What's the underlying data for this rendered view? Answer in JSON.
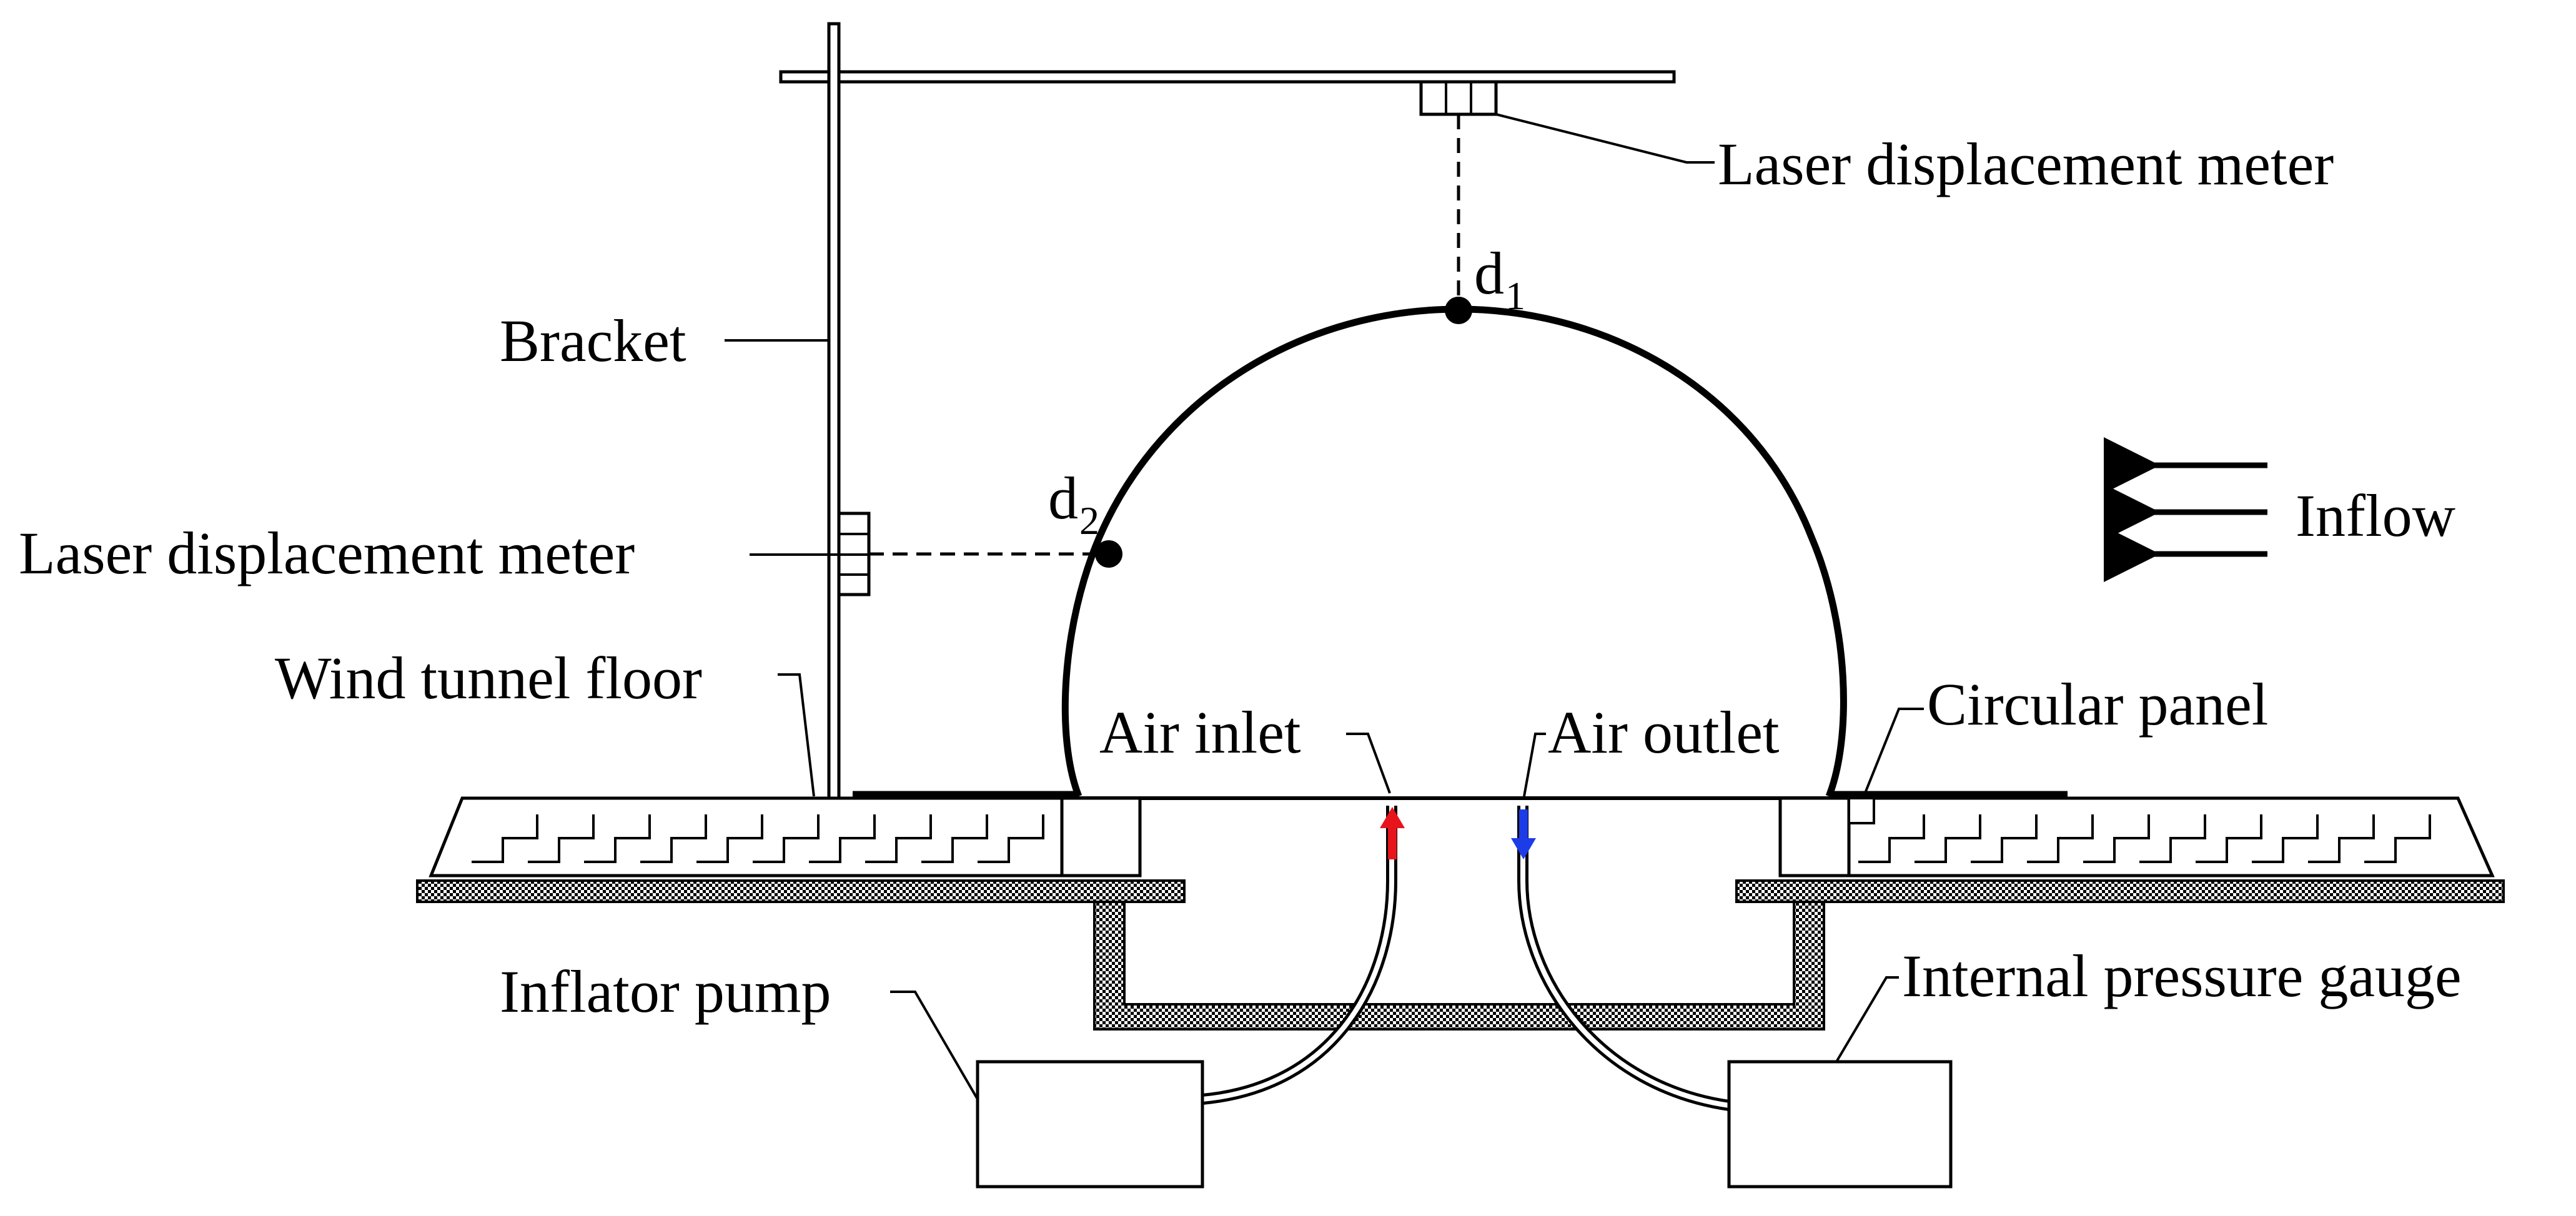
{
  "labels": {
    "laser_top": "Laser displacement meter",
    "laser_side": "Laser displacement meter",
    "bracket": "Bracket",
    "wind_tunnel_floor": "Wind tunnel floor",
    "air_inlet": "Air inlet",
    "air_outlet": "Air outlet",
    "circular_panel": "Circular panel",
    "inflator_pump": "Inflator pump",
    "internal_pressure_gauge": "Internal pressure gauge",
    "inflow": "Inflow",
    "d1_main": "d",
    "d1_sub": "1",
    "d2_main": "d",
    "d2_sub": "2"
  },
  "colors": {
    "line": "#000000",
    "inlet_arrow": "#e8141c",
    "outlet_arrow": "#1c3ce8"
  }
}
